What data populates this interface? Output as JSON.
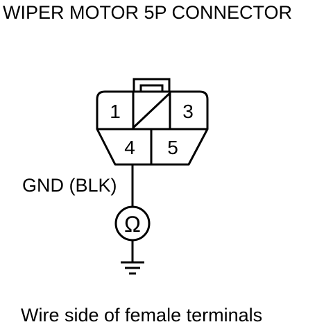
{
  "title": "WIPER MOTOR 5P CONNECTOR",
  "caption": "Wire side of female terminals",
  "connector": {
    "terminals": [
      "1",
      "3",
      "4",
      "5"
    ]
  },
  "wire_label": "GND (BLK)",
  "meter": {
    "symbol": "Ω",
    "icon": "ohmmeter-icon"
  },
  "ground_icon": "ground-symbol-icon"
}
